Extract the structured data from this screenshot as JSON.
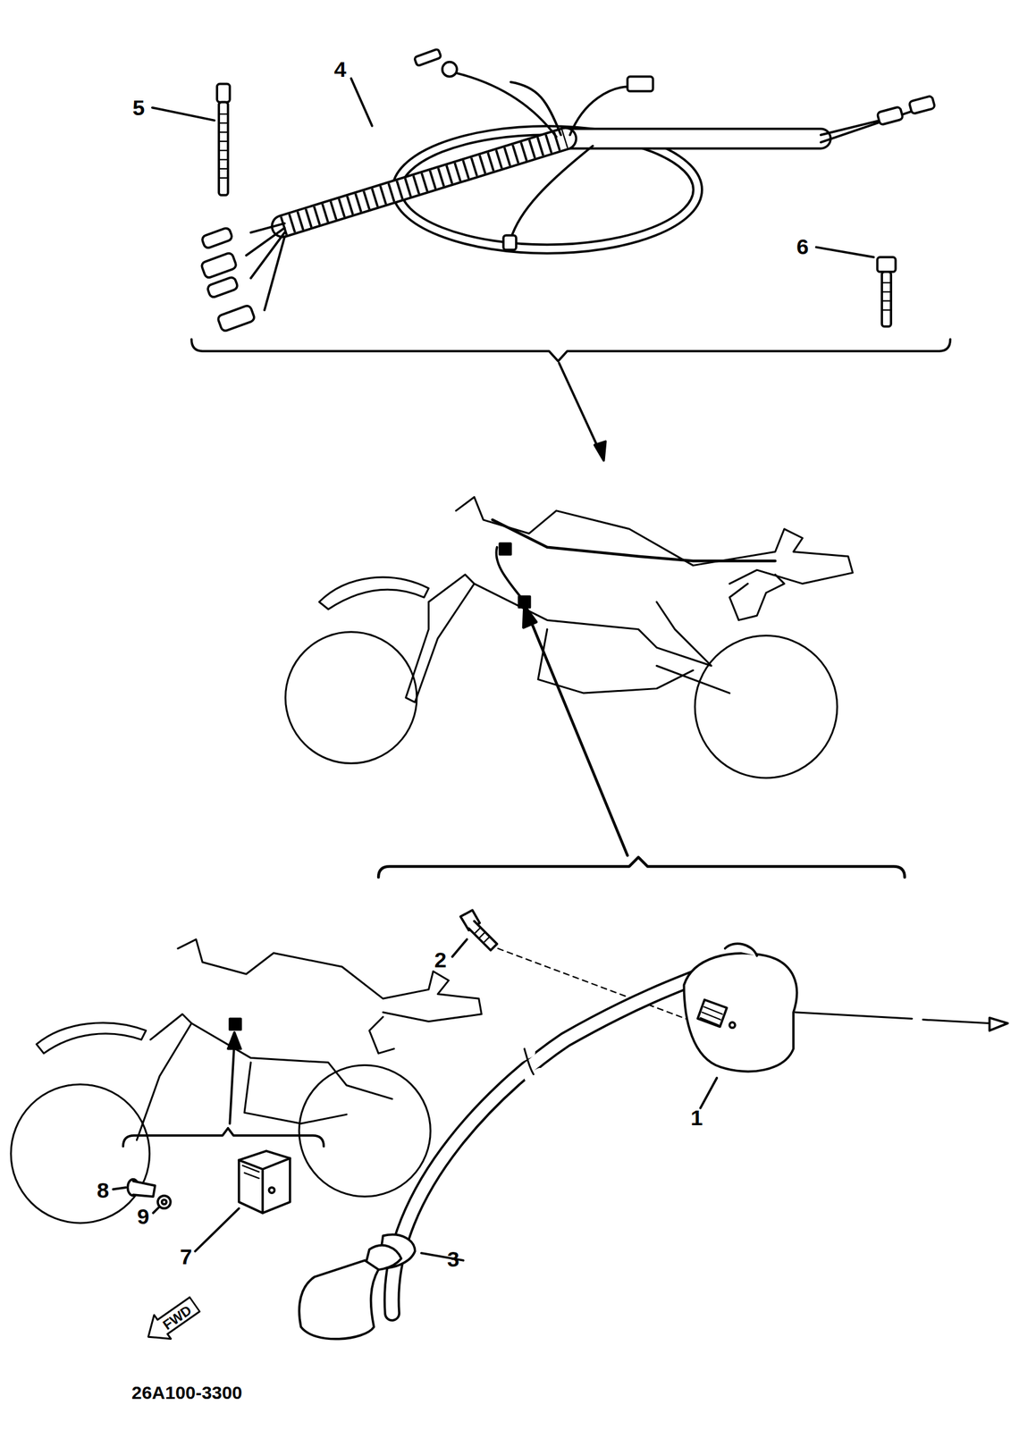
{
  "diagram": {
    "nodes": [
      {
        "text": [
          "FWD"
        ]
      }
    ],
    "labels": [
      "5",
      "4",
      "6",
      "2",
      "1",
      "8",
      "9",
      "7",
      "3",
      "26A100-3300"
    ]
  }
}
